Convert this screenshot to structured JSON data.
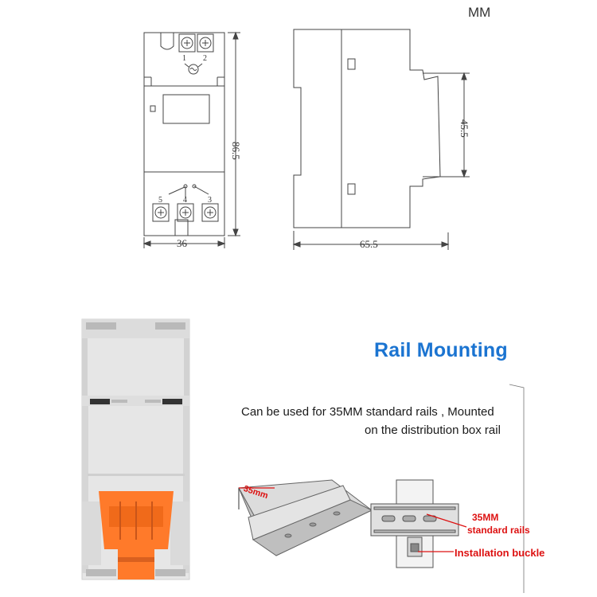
{
  "unit_label": "MM",
  "dimensions": {
    "height": "86.5",
    "width_front": "36",
    "depth": "65.5",
    "rail_height": "45.5"
  },
  "terminals": {
    "top": [
      "1",
      "2"
    ],
    "bottom": [
      "5",
      "4",
      "3"
    ]
  },
  "rail_section": {
    "title": "Rail Mounting",
    "description_line1": "Can be used for 35MM standard rails , Mounted",
    "description_line2": "on the distribution box rail",
    "label_35mm": "35mm",
    "callout_rails_line1": "35MM",
    "callout_rails_line2": "standard rails",
    "callout_buckle": "Installation buckle"
  },
  "colors": {
    "title_blue": "#1b74d1",
    "callout_red": "#dd1111",
    "clip_orange": "#ff7a2a",
    "housing_grey": "#e8e8e8"
  }
}
